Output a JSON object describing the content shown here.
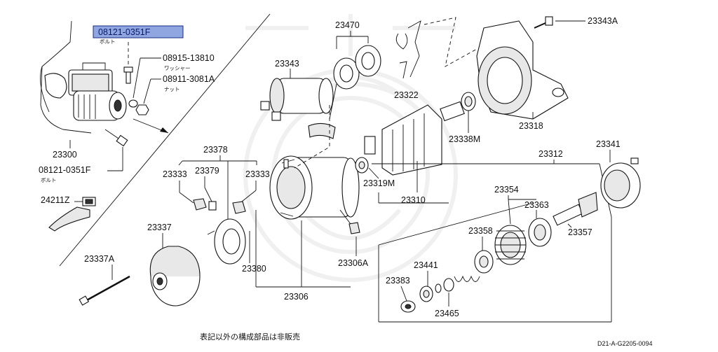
{
  "parts": {
    "bolt_top": {
      "number": "08121-0351F",
      "sub": "ボルト"
    },
    "washer": {
      "number": "08915-13810",
      "sub": "ワッシャー"
    },
    "nut": {
      "number": "08911-3081A",
      "sub": "ナット"
    },
    "assembly": {
      "number": "23300"
    },
    "bolt_bottom": {
      "number": "08121-0351F",
      "sub": "ボルト"
    },
    "p24211z": {
      "number": "24211Z"
    },
    "p23470": {
      "number": "23470"
    },
    "p23343": {
      "number": "23343"
    },
    "p23322": {
      "number": "23322"
    },
    "p23343a": {
      "number": "23343A"
    },
    "p23318": {
      "number": "23318"
    },
    "p23338m": {
      "number": "23338M"
    },
    "p23378": {
      "number": "23378"
    },
    "p23333_left": {
      "number": "23333"
    },
    "p23379": {
      "number": "23379"
    },
    "p23333_right": {
      "number": "23333"
    },
    "p23319m": {
      "number": "23319M"
    },
    "p23310": {
      "number": "23310"
    },
    "p23312": {
      "number": "23312"
    },
    "p23341": {
      "number": "23341"
    },
    "p23337": {
      "number": "23337"
    },
    "p23337a": {
      "number": "23337A"
    },
    "p23380": {
      "number": "23380"
    },
    "p23306a": {
      "number": "23306A"
    },
    "p23306": {
      "number": "23306"
    },
    "p23354": {
      "number": "23354"
    },
    "p23363": {
      "number": "23363"
    },
    "p23358": {
      "number": "23358"
    },
    "p23357": {
      "number": "23357"
    },
    "p23441": {
      "number": "23441"
    },
    "p23383": {
      "number": "23383"
    },
    "p23465": {
      "number": "23465"
    }
  },
  "footer": {
    "note": "表記以外の構成部品は非販売",
    "diagram_ref": "D21-A-G2205-0094"
  },
  "colors": {
    "highlight_bg": "#8fa6e0",
    "highlight_text": "#0a1a6a",
    "line": "#111111"
  }
}
